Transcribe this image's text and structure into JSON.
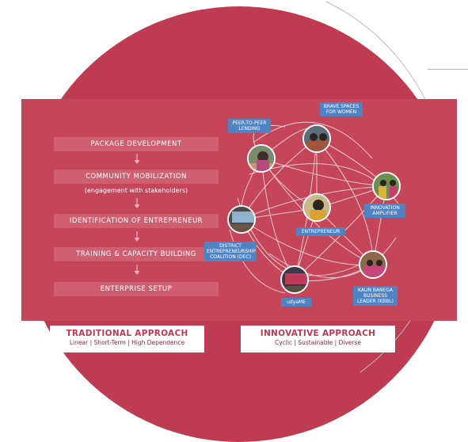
{
  "left": {
    "steps": [
      {
        "label": "PACKAGE DEVELOPMENT"
      },
      {
        "label": "COMMUNITY MOBILIZATION",
        "sub": "(engagement with stakeholders)"
      },
      {
        "label": "IDENTIFICATION OF ENTREPRENEUR"
      },
      {
        "label": "TRAINING & CAPACITY BUILDING"
      },
      {
        "label": "ENTERPRISE SETUP"
      }
    ],
    "caption_title": "TRADITIONAL APPROACH",
    "caption_sub": "Linear | Short-Term | High Dependence"
  },
  "right": {
    "nodes": {
      "peer": "PEER-TO-PEER LENDING",
      "brave": "BRAVE SPACES FOR WOMEN",
      "amplifier": "INNOVATION AMPLIFIER",
      "entrepreneur": "ENTREPRENEUR",
      "district": "DISTRICT ENTREPRENEURSHIP COALITION (DEC)",
      "kbbl": "KAUN BANEGA BUSINESS LEADER (KBBL)",
      "udyame": "udyaME"
    },
    "caption_title": "INNOVATIVE APPROACH",
    "caption_sub": "Cyclic | Sustainable | Diverse"
  },
  "colors": {
    "circle": "#bf3b52",
    "panel": "#c64659",
    "step": "#cf5f6f",
    "label_blue": "#4e84c4"
  }
}
